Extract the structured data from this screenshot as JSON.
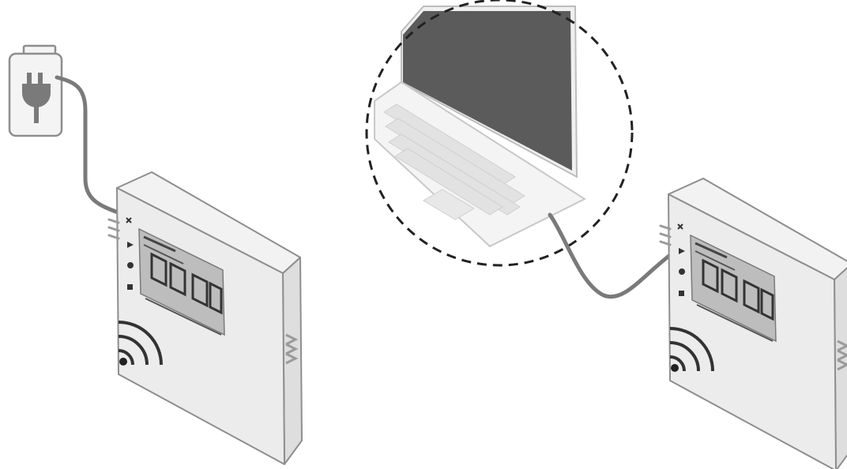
{
  "diagram": {
    "items": [
      {
        "id": "power-plug",
        "icon": "power-plug-icon"
      },
      {
        "id": "logger-left",
        "icon": "data-logger-icon"
      },
      {
        "id": "laptop",
        "icon": "laptop-icon"
      },
      {
        "id": "logger-right",
        "icon": "data-logger-icon"
      }
    ],
    "connections": [
      {
        "from": "power-plug",
        "to": "logger-left"
      },
      {
        "from": "laptop",
        "to": "logger-right"
      }
    ]
  }
}
